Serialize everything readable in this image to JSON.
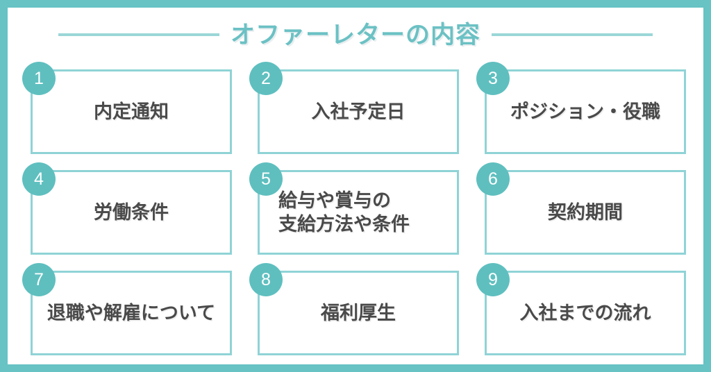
{
  "header": {
    "title": "オファーレターの内容",
    "rule_left": "horizontal-rule",
    "rule_right": "horizontal-rule"
  },
  "colors": {
    "frame": "#67c3c4",
    "title": "#6bc1c4",
    "rule": "#9bd6d8",
    "card_border": "#8fd3d6",
    "badge_fill": "#5fbfbf",
    "badge_text": "#ffffff",
    "label_text": "#4a4a4a",
    "background": "#ffffff"
  },
  "items": [
    {
      "number": "1",
      "label": "内定通知",
      "lines": [
        "内定通知"
      ]
    },
    {
      "number": "2",
      "label": "入社予定日",
      "lines": [
        "入社予定日"
      ]
    },
    {
      "number": "3",
      "label": "ポジション・役職",
      "lines": [
        "ポジション・役職"
      ]
    },
    {
      "number": "4",
      "label": "労働条件",
      "lines": [
        "労働条件"
      ]
    },
    {
      "number": "5",
      "label": "給与や賞与の支給方法や条件",
      "lines": [
        "給与や賞与の",
        "支給方法や条件"
      ]
    },
    {
      "number": "6",
      "label": "契約期間",
      "lines": [
        "契約期間"
      ]
    },
    {
      "number": "7",
      "label": "退職や解雇について",
      "lines": [
        "退職や解雇について"
      ]
    },
    {
      "number": "8",
      "label": "福利厚生",
      "lines": [
        "福利厚生"
      ]
    },
    {
      "number": "9",
      "label": "入社までの流れ",
      "lines": [
        "入社までの流れ"
      ]
    }
  ]
}
